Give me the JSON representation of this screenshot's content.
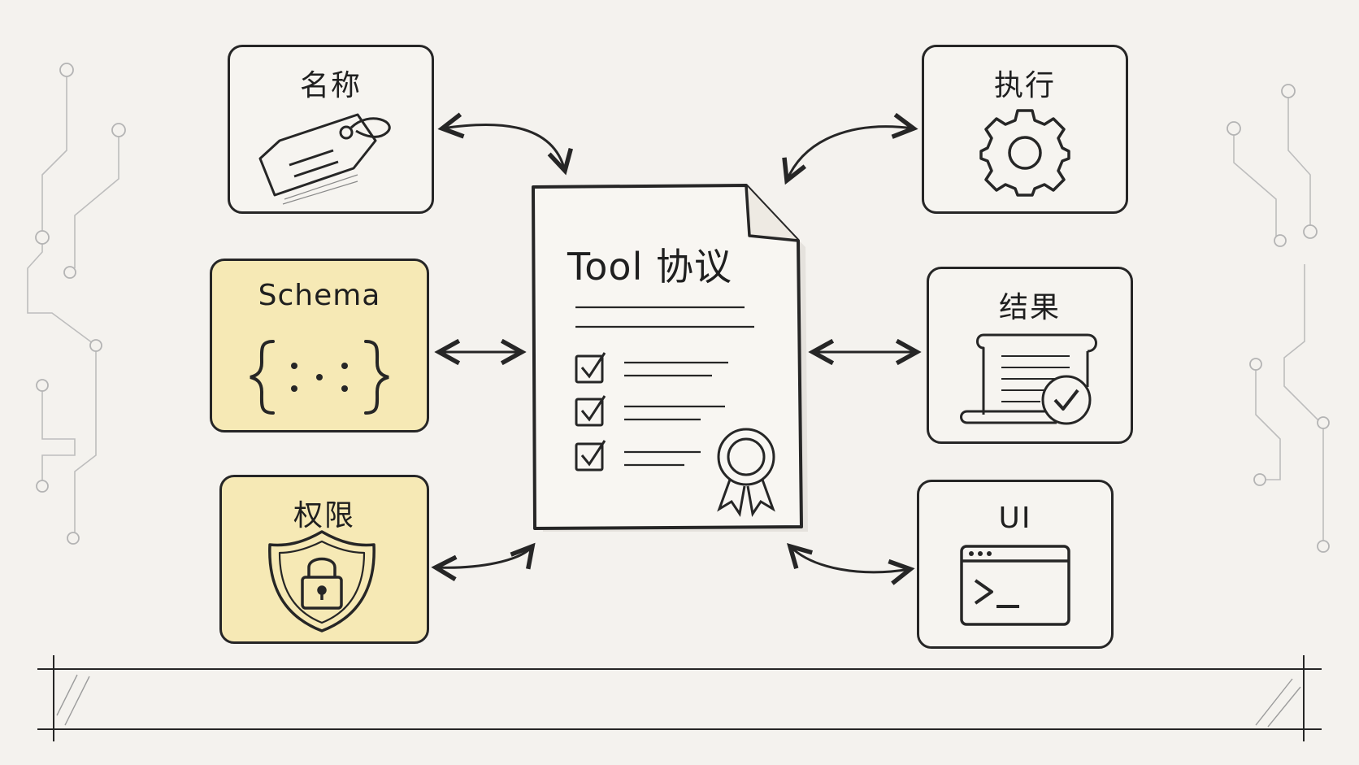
{
  "diagram": {
    "center": {
      "title": "Tool 协议"
    },
    "nodes": {
      "name": {
        "label": "名称",
        "icon": "tag-icon"
      },
      "schema": {
        "label": "Schema",
        "icon": "braces-icon"
      },
      "permission": {
        "label": "权限",
        "icon": "shield-lock-icon"
      },
      "execute": {
        "label": "执行",
        "icon": "gear-icon"
      },
      "result": {
        "label": "结果",
        "icon": "scroll-check-icon"
      },
      "ui": {
        "label": "UI",
        "icon": "terminal-window-icon"
      }
    },
    "colors": {
      "ink": "#262626",
      "paper": "#f6f4f0",
      "highlight": "#f6e9b5",
      "circuit": "#b9b9b9"
    }
  }
}
